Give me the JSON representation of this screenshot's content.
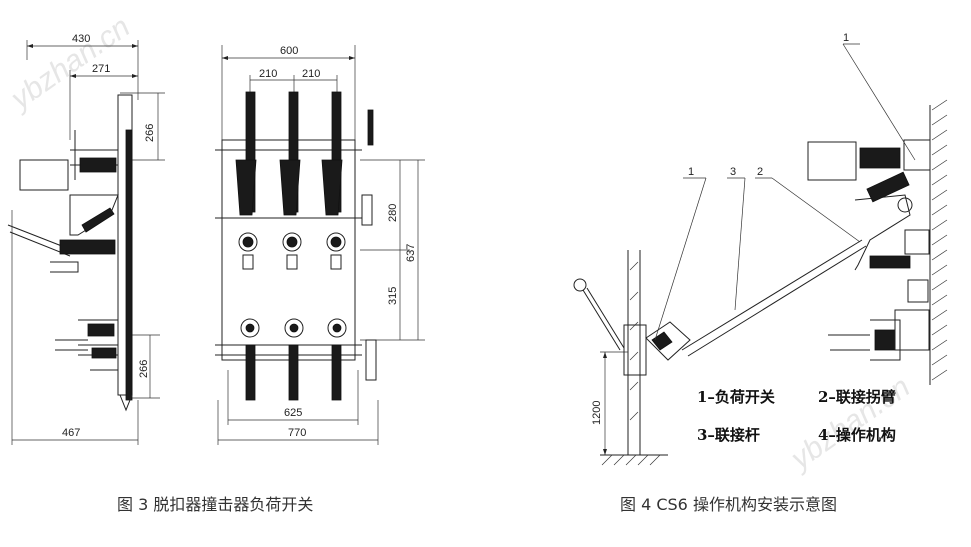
{
  "figure3": {
    "caption": "图 3 脱扣器撞击器负荷开关",
    "dims": {
      "d430": "430",
      "d271": "271",
      "d266a": "266",
      "d266b": "266",
      "d467": "467",
      "d600": "600",
      "d210a": "210",
      "d210b": "210",
      "d280": "280",
      "d637": "637",
      "d315": "315",
      "d625": "625",
      "d770": "770"
    }
  },
  "figure4": {
    "caption": "图 4 CS6 操作机构安装示意图",
    "callouts": {
      "c1a": "1",
      "c1b": "1",
      "c3": "3",
      "c2": "2"
    },
    "height_dim": "1200",
    "legend": {
      "item1": "1–负荷开关",
      "item2": "2–联接拐臂",
      "item3": "3–联接杆",
      "item4": "4–操作机构"
    }
  },
  "watermark": {
    "text1": "ybzhan.cn",
    "text2": "ybzhan.cn"
  }
}
